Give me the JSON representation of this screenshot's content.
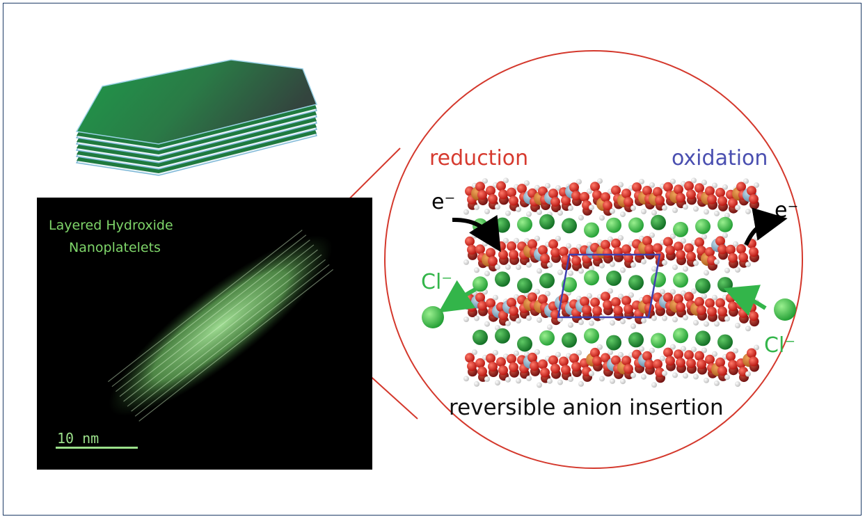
{
  "tem_image": {
    "title_line1": "Layered Hydroxide",
    "title_line2": "Nanoplatelets",
    "scale_bar": "10 nm"
  },
  "zoom": {
    "reduction_label": "reduction",
    "oxidation_label": "oxidation",
    "electron_in": "e⁻",
    "electron_out": "e⁻",
    "chloride_left": "Cl⁻",
    "chloride_right": "Cl⁻",
    "caption": "reversible anion insertion"
  },
  "colors": {
    "reduction": "#d63a2f",
    "oxidation": "#4a4fb0",
    "chloride": "#33b54a",
    "tem_text": "#7fd66a",
    "zoom_circle": "#d4382c"
  }
}
